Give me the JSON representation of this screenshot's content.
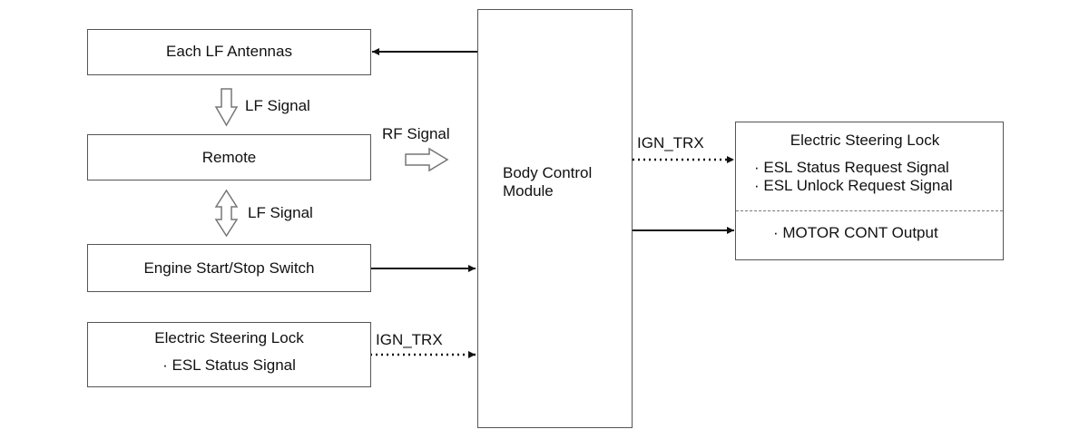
{
  "bcm": {
    "line1": "Body Control",
    "line2": "Module"
  },
  "left_boxes": {
    "antennas": "Each LF Antennas",
    "remote": "Remote",
    "engine_switch": "Engine Start/Stop Switch",
    "esl_in_title": "Electric Steering Lock",
    "esl_in_item": "· ESL Status Signal"
  },
  "signals": {
    "lf_signal_1": "LF Signal",
    "lf_signal_2": "LF Signal",
    "rf_signal": "RF Signal",
    "ign_trx_in": "IGN_TRX",
    "ign_trx_out": "IGN_TRX"
  },
  "right_box": {
    "title": "Electric Steering Lock",
    "item1": "· ESL Status Request Signal",
    "item2": "· ESL Unlock Request Signal",
    "item3": "· MOTOR CONT Output"
  },
  "colors": {
    "line": "#111111",
    "border": "#555555"
  }
}
